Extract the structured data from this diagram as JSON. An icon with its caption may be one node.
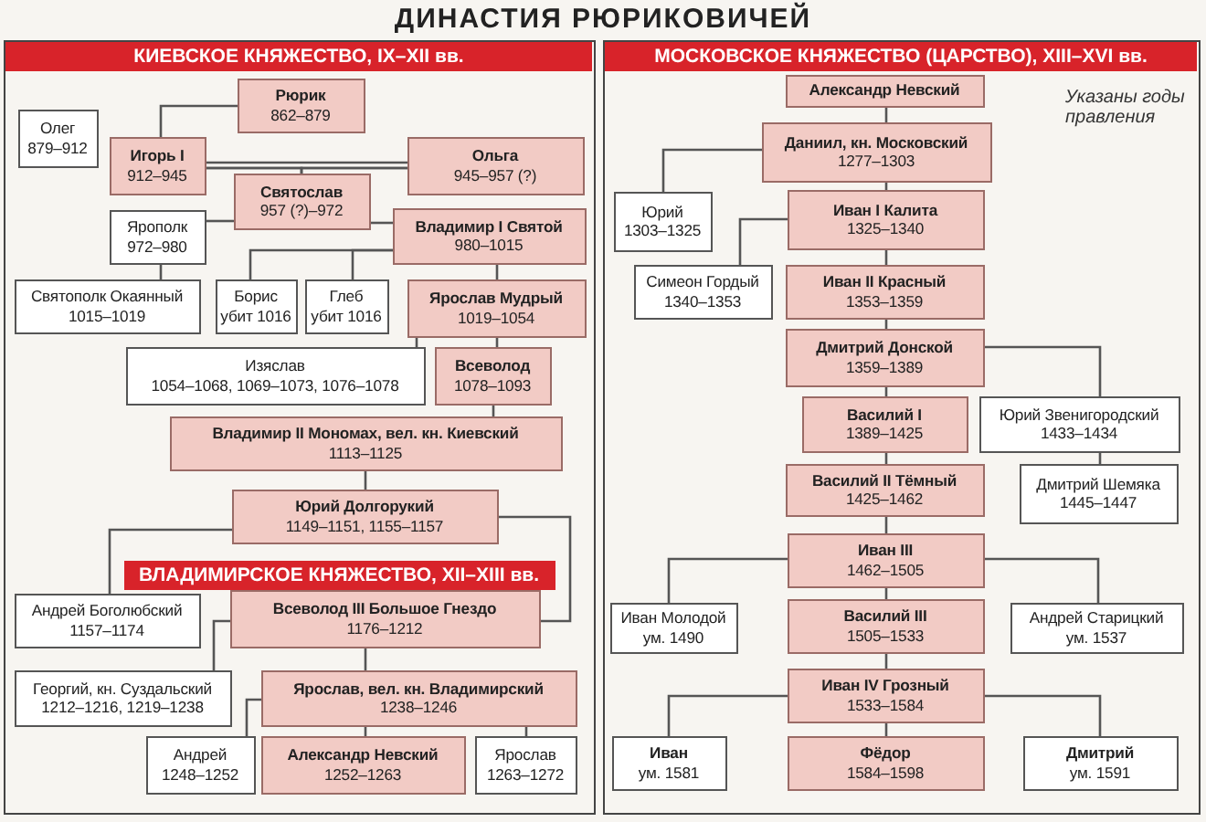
{
  "diagram": {
    "title": "ДИНАСТИЯ РЮРИКОВИЧЕЙ",
    "nodes": [
      {
        "text": [],
        "shape": "box"
      },
      {
        "text": [
          "КИЕВСКОЕ КНЯЖЕСТВО, IX–XII вв."
        ],
        "in": 0
      },
      {
        "text": [
          "Рюрик",
          "862–879"
        ],
        "in": 0
      },
      {
        "text": [
          "Олег",
          "879–912"
        ],
        "in": 0
      },
      {
        "text": [
          "Игорь I",
          "912–945"
        ],
        "in": 0
      },
      {
        "text": [
          "Ольга",
          "945–957 (?)"
        ],
        "in": 0
      },
      {
        "text": [
          "Святослав",
          "957 (?)–972"
        ],
        "in": 0
      },
      {
        "text": [
          "Ярополк",
          "972–980"
        ],
        "in": 0
      },
      {
        "text": [
          "Владимир I Святой",
          "980–1015"
        ],
        "in": 0
      },
      {
        "text": [
          "Святополк Окаянный",
          "1015–1019"
        ],
        "in": 0
      },
      {
        "text": [
          "Борис",
          "убит 1016"
        ],
        "in": 0
      },
      {
        "text": [
          "Глеб",
          "убит 1016"
        ],
        "in": 0
      },
      {
        "text": [
          "Ярослав Мудрый",
          "1019–1054"
        ],
        "in": 0
      },
      {
        "text": [
          "Изяслав",
          "1054–1068, 1069–1073, 1076–1078"
        ],
        "in": 0
      },
      {
        "text": [
          "Всеволод",
          "1078–1093"
        ],
        "in": 0
      },
      {
        "text": [
          "Владимир II Мономах, вел. кн. Киевский",
          "1113–1125"
        ],
        "in": 0
      },
      {
        "text": [
          "Юрий Долгорукий",
          "1149–1151, 1155–1157"
        ],
        "in": 0
      },
      {
        "text": [
          "ВЛАДИМИРСКОЕ КНЯЖЕСТВО, XII–XIII вв."
        ],
        "in": 0
      },
      {
        "text": [
          "Андрей Боголюбский",
          "1157–1174"
        ],
        "in": 0
      },
      {
        "text": [
          "Всеволод III Большое Гнездо",
          "1176–1212"
        ],
        "in": 0
      },
      {
        "text": [
          "Георгий, кн. Суздальский",
          "1212–1216, 1219–1238"
        ],
        "in": 0
      },
      {
        "text": [
          "Ярослав, вел. кн. Владимирский",
          "1238–1246"
        ],
        "in": 0
      },
      {
        "text": [
          "Андрей",
          "1248–1252"
        ],
        "in": 0
      },
      {
        "text": [
          "Александр Невский",
          "1252–1263"
        ],
        "in": 0
      },
      {
        "text": [
          "Ярослав",
          "1263–1272"
        ],
        "in": 0
      },
      {
        "text": [],
        "shape": "box"
      },
      {
        "text": [
          "МОСКОВСКОЕ КНЯЖЕСТВО (ЦАРСТВО), XIII–XVI вв."
        ],
        "in": 25
      },
      {
        "text": [
          "Александр Невский"
        ],
        "in": 25
      },
      {
        "text": [
          "Даниил, кн. Московский",
          "1277–1303"
        ],
        "in": 25
      },
      {
        "text": [
          "Юрий",
          "1303–1325"
        ],
        "in": 25
      },
      {
        "text": [
          "Иван I Калита",
          "1325–1340"
        ],
        "in": 25
      },
      {
        "text": [
          "Симеон Гордый",
          "1340–1353"
        ],
        "in": 25
      },
      {
        "text": [
          "Иван II Красный",
          "1353–1359"
        ],
        "in": 25
      },
      {
        "text": [
          "Дмитрий Донской",
          "1359–1389"
        ],
        "in": 25
      },
      {
        "text": [
          "Василий I",
          "1389–1425"
        ],
        "in": 25
      },
      {
        "text": [
          "Юрий Звенигородский",
          "1433–1434"
        ],
        "in": 25
      },
      {
        "text": [
          "Василий II Тёмный",
          "1425–1462"
        ],
        "in": 25
      },
      {
        "text": [
          "Дмитрий Шемяка",
          "1445–1447"
        ],
        "in": 25
      },
      {
        "text": [
          "Иван III",
          "1462–1505"
        ],
        "in": 25
      },
      {
        "text": [
          "Иван Молодой",
          "ум. 1490"
        ],
        "in": 25
      },
      {
        "text": [
          "Василий III",
          "1505–1533"
        ],
        "in": 25
      },
      {
        "text": [
          "Андрей Старицкий",
          "ум. 1537"
        ],
        "in": 25
      },
      {
        "text": [
          "Иван IV Грозный",
          "1533–1584"
        ],
        "in": 25
      },
      {
        "text": [
          "Иван",
          "ум. 1581"
        ],
        "in": 25
      },
      {
        "text": [
          "Фёдор",
          "1584–1598"
        ],
        "in": 25
      },
      {
        "text": [
          "Дмитрий",
          "ум. 1591"
        ],
        "in": 25
      }
    ],
    "edges": [
      {
        "from": 2,
        "to": 4,
        "arrow": "none"
      },
      {
        "from": 4,
        "to": 5,
        "arrow": "none"
      },
      {
        "from": 4,
        "to": 6,
        "arrow": "none"
      },
      {
        "from": 5,
        "to": 6,
        "arrow": "none"
      },
      {
        "from": 6,
        "to": 7,
        "arrow": "none"
      },
      {
        "from": 6,
        "to": 8,
        "arrow": "none"
      },
      {
        "from": 7,
        "to": 9,
        "arrow": "none"
      },
      {
        "from": 8,
        "to": 10,
        "arrow": "none"
      },
      {
        "from": 8,
        "to": 11,
        "arrow": "none"
      },
      {
        "from": 8,
        "to": 12,
        "arrow": "none"
      },
      {
        "from": 12,
        "to": 13,
        "arrow": "none"
      },
      {
        "from": 12,
        "to": 14,
        "arrow": "none"
      },
      {
        "from": 14,
        "to": 15,
        "arrow": "none"
      },
      {
        "from": 15,
        "to": 16,
        "arrow": "none"
      },
      {
        "from": 16,
        "to": 18,
        "arrow": "none"
      },
      {
        "from": 16,
        "to": 19,
        "arrow": "none"
      },
      {
        "from": 19,
        "to": 20,
        "arrow": "none"
      },
      {
        "from": 19,
        "to": 21,
        "arrow": "none"
      },
      {
        "from": 21,
        "to": 22,
        "arrow": "none"
      },
      {
        "from": 21,
        "to": 23,
        "arrow": "none"
      },
      {
        "from": 21,
        "to": 24,
        "arrow": "none"
      },
      {
        "from": 27,
        "to": 28,
        "arrow": "none"
      },
      {
        "from": 28,
        "to": 29,
        "arrow": "none"
      },
      {
        "from": 28,
        "to": 30,
        "arrow": "none"
      },
      {
        "from": 30,
        "to": 31,
        "arrow": "none"
      },
      {
        "from": 30,
        "to": 32,
        "arrow": "none"
      },
      {
        "from": 32,
        "to": 33,
        "arrow": "none"
      },
      {
        "from": 33,
        "to": 34,
        "arrow": "none"
      },
      {
        "from": 33,
        "to": 35,
        "arrow": "none"
      },
      {
        "from": 34,
        "to": 36,
        "arrow": "none"
      },
      {
        "from": 35,
        "to": 37,
        "arrow": "none"
      },
      {
        "from": 36,
        "to": 38,
        "arrow": "none"
      },
      {
        "from": 38,
        "to": 39,
        "arrow": "none"
      },
      {
        "from": 38,
        "to": 40,
        "arrow": "none"
      },
      {
        "from": 38,
        "to": 41,
        "arrow": "none"
      },
      {
        "from": 40,
        "to": 42,
        "arrow": "none"
      },
      {
        "from": 42,
        "to": 43,
        "arrow": "none"
      },
      {
        "from": 42,
        "to": 44,
        "arrow": "none"
      },
      {
        "from": 42,
        "to": 45,
        "arrow": "none"
      }
    ],
    "labels": [
      "Указаны годы правления"
    ]
  }
}
